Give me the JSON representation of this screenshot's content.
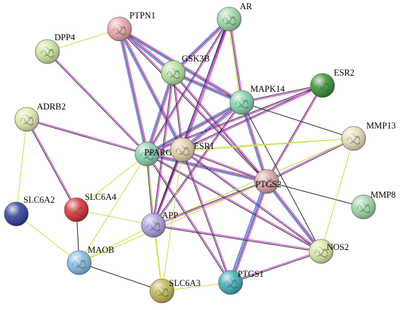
{
  "nodes": [
    {
      "id": "PTPN1",
      "label": "PTPN1",
      "color": "#e8a0a6"
    },
    {
      "id": "AR",
      "label": "AR",
      "color": "#9ad6a2"
    },
    {
      "id": "DPP4",
      "label": "DPP4",
      "color": "#c9e59a"
    },
    {
      "id": "GSK3B",
      "label": "GSK3B",
      "color": "#b2e09a"
    },
    {
      "id": "ESR2",
      "label": "ESR2",
      "color": "#2f8f2f"
    },
    {
      "id": "MAPK14",
      "label": "MAPK14",
      "color": "#7fd0a8"
    },
    {
      "id": "ADRB2",
      "label": "ADRB2",
      "color": "#dfe6a8"
    },
    {
      "id": "MMP13",
      "label": "MMP13",
      "color": "#e6dcb8"
    },
    {
      "id": "PPARG",
      "label": "PPARG",
      "color": "#86cfae"
    },
    {
      "id": "ESR1",
      "label": "ESR1",
      "color": "#e4c9a6"
    },
    {
      "id": "PTGS2",
      "label": "PTGS2",
      "color": "#d9a0a0"
    },
    {
      "id": "MMP8",
      "label": "MMP8",
      "color": "#9ad6a2"
    },
    {
      "id": "SLC6A2",
      "label": "SLC6A2",
      "color": "#2a3a9a"
    },
    {
      "id": "SLC6A4",
      "label": "SLC6A4",
      "color": "#d92a32"
    },
    {
      "id": "APP",
      "label": "APP",
      "color": "#a89ae0"
    },
    {
      "id": "NOS2",
      "label": "NOS2",
      "color": "#d6e69a"
    },
    {
      "id": "MAOB",
      "label": "MAOB",
      "color": "#7fb8e0"
    },
    {
      "id": "PTGS1",
      "label": "PTGS1",
      "color": "#3aa8b8"
    },
    {
      "id": "SLC6A3",
      "label": "SLC6A3",
      "color": "#c2b24a"
    }
  ],
  "edges": [
    [
      "DPP4",
      "PTPN1",
      "y"
    ],
    [
      "PTPN1",
      "GSK3B",
      "mkb"
    ],
    [
      "PTPN1",
      "MAPK14",
      "mkb"
    ],
    [
      "PTPN1",
      "PPARG",
      "mkb"
    ],
    [
      "PTPN1",
      "ESR1",
      "mkb"
    ],
    [
      "PTPN1",
      "PTGS2",
      "mk"
    ],
    [
      "DPP4",
      "PPARG",
      "mk"
    ],
    [
      "AR",
      "GSK3B",
      "mkb"
    ],
    [
      "AR",
      "PPARG",
      "mk"
    ],
    [
      "AR",
      "ESR1",
      "mkb"
    ],
    [
      "AR",
      "MAPK14",
      "mky"
    ],
    [
      "AR",
      "APP",
      "mk"
    ],
    [
      "GSK3B",
      "MAPK14",
      "mkb"
    ],
    [
      "GSK3B",
      "PPARG",
      "mkb"
    ],
    [
      "GSK3B",
      "ESR1",
      "mk"
    ],
    [
      "GSK3B",
      "APP",
      "mk"
    ],
    [
      "GSK3B",
      "PTGS2",
      "mk"
    ],
    [
      "ESR2",
      "MAPK14",
      "mk"
    ],
    [
      "ESR2",
      "ESR1",
      "mk"
    ],
    [
      "ESR2",
      "PPARG",
      "mk"
    ],
    [
      "ESR2",
      "PTGS2",
      "mk"
    ],
    [
      "MAPK14",
      "PPARG",
      "mkb"
    ],
    [
      "MAPK14",
      "ESR1",
      "mkb"
    ],
    [
      "MAPK14",
      "PTGS2",
      "mkb"
    ],
    [
      "MAPK14",
      "MMP13",
      "k"
    ],
    [
      "MAPK14",
      "APP",
      "mk"
    ],
    [
      "MAPK14",
      "NOS2",
      "k"
    ],
    [
      "ADRB2",
      "PPARG",
      "mk"
    ],
    [
      "ADRB2",
      "SLC6A2",
      "y"
    ],
    [
      "ADRB2",
      "SLC6A4",
      "mk"
    ],
    [
      "PPARG",
      "ESR1",
      "mk"
    ],
    [
      "PPARG",
      "PTGS2",
      "mkb"
    ],
    [
      "PPARG",
      "APP",
      "mk"
    ],
    [
      "PPARG",
      "MMP13",
      "y"
    ],
    [
      "PPARG",
      "NOS2",
      "mk"
    ],
    [
      "PPARG",
      "PTGS1",
      "mk"
    ],
    [
      "PPARG",
      "SLC6A4",
      "y"
    ],
    [
      "PPARG",
      "SLC6A3",
      "y"
    ],
    [
      "PPARG",
      "MAOB",
      "y"
    ],
    [
      "ESR1",
      "PTGS2",
      "mk"
    ],
    [
      "ESR1",
      "APP",
      "mk"
    ],
    [
      "ESR1",
      "MMP13",
      "y"
    ],
    [
      "ESR1",
      "NOS2",
      "mk"
    ],
    [
      "ESR1",
      "PTGS1",
      "mk"
    ],
    [
      "ESR1",
      "SLC6A3",
      "y"
    ],
    [
      "PTGS2",
      "MMP13",
      "mk"
    ],
    [
      "PTGS2",
      "MMP8",
      "k"
    ],
    [
      "PTGS2",
      "NOS2",
      "mkb"
    ],
    [
      "PTGS2",
      "PTGS1",
      "mkbb"
    ],
    [
      "PTGS2",
      "APP",
      "mk"
    ],
    [
      "PTGS2",
      "MAOB",
      "y"
    ],
    [
      "MMP13",
      "NOS2",
      "y"
    ],
    [
      "MMP13",
      "APP",
      "y"
    ],
    [
      "APP",
      "MAOB",
      "y"
    ],
    [
      "APP",
      "SLC6A3",
      "y"
    ],
    [
      "APP",
      "NOS2",
      "mk"
    ],
    [
      "SLC6A4",
      "MAOB",
      "k"
    ],
    [
      "SLC6A2",
      "MAOB",
      "y"
    ],
    [
      "MAOB",
      "SLC6A3",
      "k"
    ],
    [
      "SLC6A3",
      "PTGS1",
      "y"
    ],
    [
      "PTGS1",
      "NOS2",
      "mk"
    ],
    [
      "SLC6A4",
      "APP",
      "y"
    ]
  ],
  "palette": {
    "m": "#d63adf",
    "k": "#333333",
    "b": "#3a5adf",
    "y": "#c8e050"
  }
}
